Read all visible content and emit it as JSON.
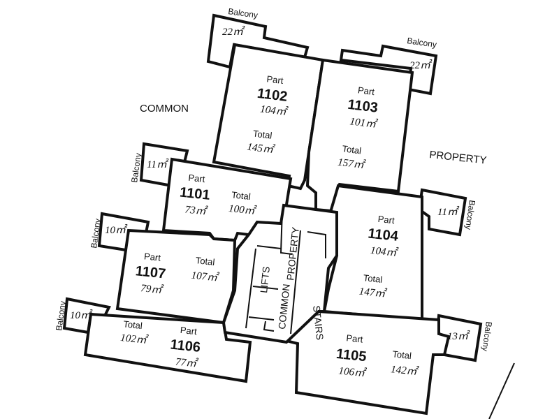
{
  "labels": {
    "part": "Part",
    "total": "Total",
    "balcony": "Balcony",
    "common": "COMMON",
    "property": "PROPERTY",
    "lifts": "LIFTS",
    "stairs": "STAIRS"
  },
  "lots": [
    {
      "id": "1102",
      "part_area": "104㎡",
      "total_area": "145㎡"
    },
    {
      "id": "1103",
      "part_area": "101㎡",
      "total_area": "157㎡"
    },
    {
      "id": "1101",
      "part_area": "73㎡",
      "total_area": "100㎡"
    },
    {
      "id": "1104",
      "part_area": "104㎡",
      "total_area": "147㎡"
    },
    {
      "id": "1107",
      "part_area": "79㎡",
      "total_area": "107㎡"
    },
    {
      "id": "1106",
      "part_area": "77㎡",
      "total_area": "102㎡"
    },
    {
      "id": "1105",
      "part_area": "106㎡",
      "total_area": "142㎡"
    }
  ],
  "balconies": [
    {
      "unit": "1102",
      "area": "22㎡"
    },
    {
      "unit": "1103",
      "area": "22㎡"
    },
    {
      "unit": "1101",
      "area": "11㎡"
    },
    {
      "unit": "1104",
      "area": "11㎡"
    },
    {
      "unit": "1107",
      "area": "10㎡"
    },
    {
      "unit": "1106",
      "area": "10㎡"
    },
    {
      "unit": "1105",
      "area": "13㎡"
    }
  ]
}
